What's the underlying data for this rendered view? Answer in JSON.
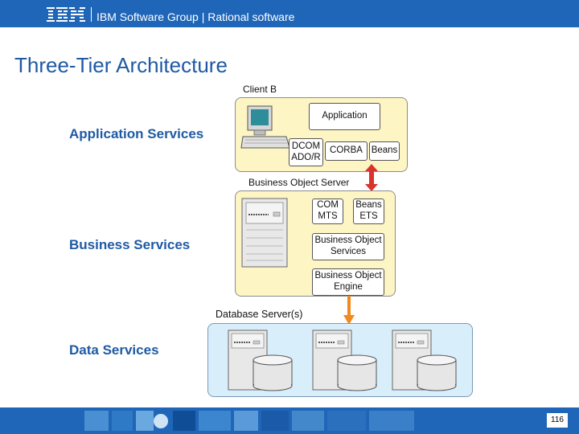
{
  "header": {
    "logo": "IBM",
    "title": "IBM Software Group | Rational software"
  },
  "slide": {
    "title": "Three-Tier Architecture"
  },
  "tiers": {
    "application_services": "Application Services",
    "business_services": "Business Services",
    "data_services": "Data Services"
  },
  "client": {
    "label": "Client B",
    "application": "Application",
    "dcom_ado": [
      "DCOM",
      "ADO/R"
    ],
    "corba": "CORBA",
    "beans": "Beans"
  },
  "business_server": {
    "label": "Business Object Server",
    "com_mts": [
      "COM",
      "MTS"
    ],
    "beans_ets": [
      "Beans",
      "ETS"
    ],
    "bo_services": [
      "Business Object",
      "Services"
    ],
    "bo_engine": [
      "Business Object",
      "Engine"
    ]
  },
  "database": {
    "label": "Database Server(s)"
  },
  "footer": {
    "page_number": "116"
  },
  "colors": {
    "brand_blue": "#1f66b8",
    "title_blue": "#1f5aa5",
    "tier_fill": "#fdf5c4",
    "data_fill": "#d8eefa",
    "arrow_red": "#d9342b",
    "arrow_orange": "#f08a1c"
  },
  "icons": [
    "ibm-logo",
    "computer-icon",
    "server-icon",
    "database-icon"
  ]
}
